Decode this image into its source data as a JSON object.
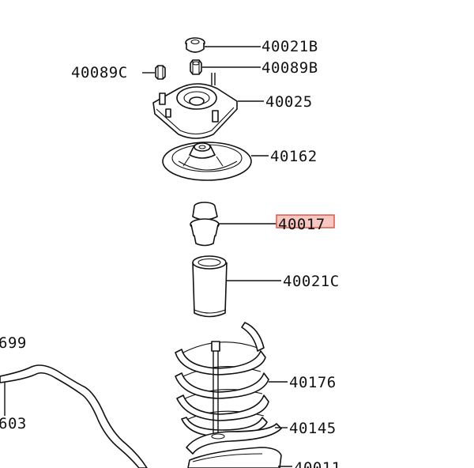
{
  "diagram": {
    "highlight_color": "#f7c7c1",
    "highlight_border": "#e0604f",
    "labels": {
      "p40021B": "40021B",
      "p40089B": "40089B",
      "p40089C": "40089C",
      "p40025": "40025",
      "p40162": "40162",
      "p40017": "40017",
      "p40021C": "40021C",
      "p40176": "40176",
      "p40145": "40145",
      "p699": "699",
      "p603": "603",
      "p40011": "40011"
    },
    "highlighted_part": "40017"
  }
}
